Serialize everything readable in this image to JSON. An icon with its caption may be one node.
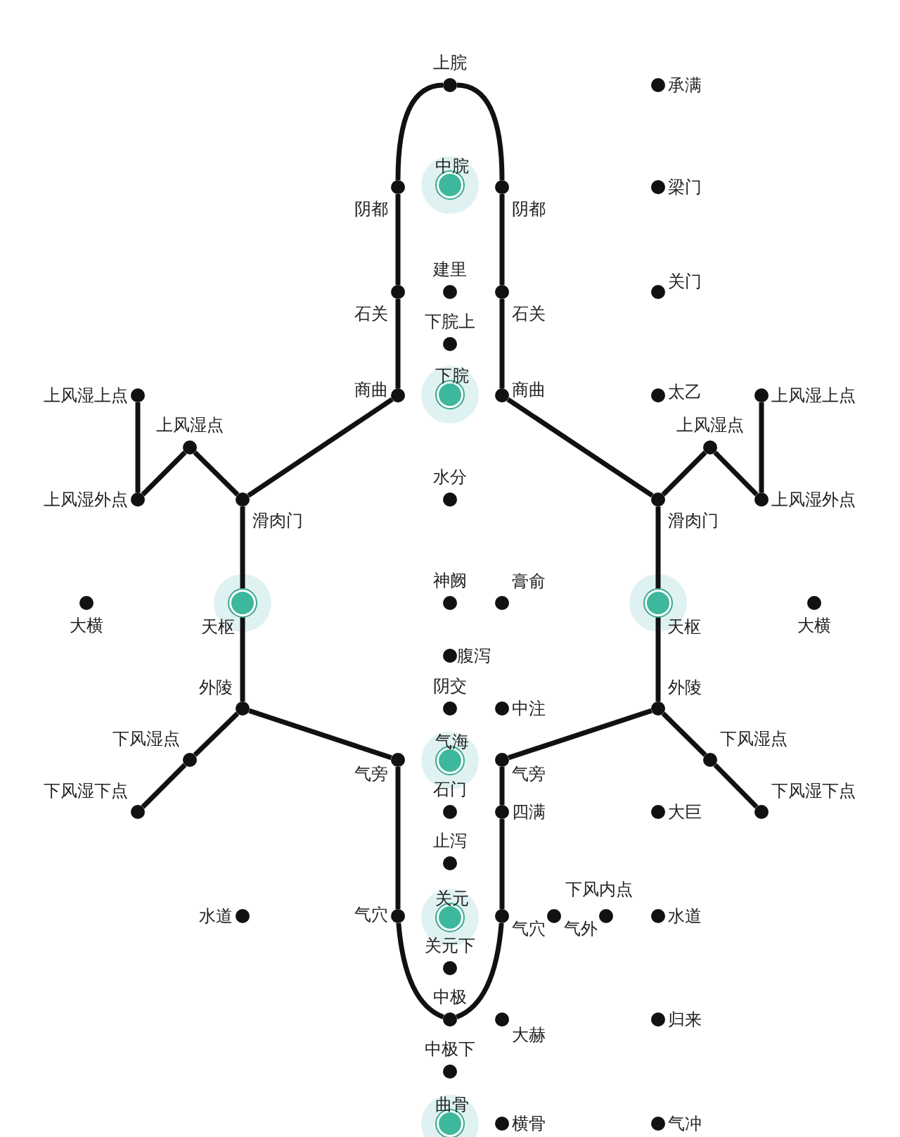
{
  "diagram": {
    "nodes": [
      {
        "text": [
          "上脘"
        ]
      },
      {
        "text": [
          "承满"
        ]
      },
      {
        "text": [
          "中脘"
        ]
      },
      {
        "text": [
          "阴都"
        ]
      },
      {
        "text": [
          "阴都"
        ]
      },
      {
        "text": [
          "梁门"
        ]
      },
      {
        "text": [
          "建里"
        ]
      },
      {
        "text": [
          "关门"
        ]
      },
      {
        "text": [
          "石关"
        ]
      },
      {
        "text": [
          "石关"
        ]
      },
      {
        "text": [
          "下脘上"
        ]
      },
      {
        "text": [
          "商曲"
        ]
      },
      {
        "text": [
          "下脘"
        ]
      },
      {
        "text": [
          "商曲"
        ]
      },
      {
        "text": [
          "太乙"
        ]
      },
      {
        "text": [
          "上风湿上点"
        ]
      },
      {
        "text": [
          "上风湿上点"
        ]
      },
      {
        "text": [
          "上风湿点"
        ]
      },
      {
        "text": [
          "上风湿点"
        ]
      },
      {
        "text": [
          "上风湿外点"
        ]
      },
      {
        "text": [
          "滑肉门"
        ]
      },
      {
        "text": [
          "水分"
        ]
      },
      {
        "text": [
          "滑肉门"
        ]
      },
      {
        "text": [
          "上风湿外点"
        ]
      },
      {
        "text": [
          "大横"
        ]
      },
      {
        "text": [
          "天枢"
        ]
      },
      {
        "text": [
          "神阙"
        ]
      },
      {
        "text": [
          "膏俞"
        ]
      },
      {
        "text": [
          "天枢"
        ]
      },
      {
        "text": [
          "大横"
        ]
      },
      {
        "text": [
          "腹泻"
        ]
      },
      {
        "text": [
          "外陵"
        ]
      },
      {
        "text": [
          "阴交"
        ]
      },
      {
        "text": [
          "中注"
        ]
      },
      {
        "text": [
          "外陵"
        ]
      },
      {
        "text": [
          "下风湿点"
        ]
      },
      {
        "text": [
          "气旁"
        ]
      },
      {
        "text": [
          "气海"
        ]
      },
      {
        "text": [
          "气旁"
        ]
      },
      {
        "text": [
          "下风湿点"
        ]
      },
      {
        "text": [
          "下风湿下点"
        ]
      },
      {
        "text": [
          "石门"
        ]
      },
      {
        "text": [
          "四满"
        ]
      },
      {
        "text": [
          "大巨"
        ]
      },
      {
        "text": [
          "下风湿下点"
        ]
      },
      {
        "text": [
          "止泻"
        ]
      },
      {
        "text": [
          "下风内点"
        ]
      },
      {
        "text": [
          "水道"
        ]
      },
      {
        "text": [
          "气穴"
        ]
      },
      {
        "text": [
          "关元"
        ]
      },
      {
        "text": [
          "气穴"
        ]
      },
      {
        "text": [
          "气外"
        ]
      },
      {
        "text": [
          "水道"
        ]
      },
      {
        "text": [
          "关元下"
        ]
      },
      {
        "text": [
          "中极"
        ]
      },
      {
        "text": [
          "大赫"
        ]
      },
      {
        "text": [
          "归来"
        ]
      },
      {
        "text": [
          "中极下"
        ]
      },
      {
        "text": [
          "曲骨"
        ]
      },
      {
        "text": [
          "横骨"
        ]
      },
      {
        "text": [
          "气冲"
        ]
      }
    ],
    "edges": [
      {
        "from": 0,
        "to": 3,
        "arrow": "none"
      },
      {
        "from": 0,
        "to": 4,
        "arrow": "none"
      },
      {
        "from": 3,
        "to": 8,
        "arrow": "none"
      },
      {
        "from": 8,
        "to": 11,
        "arrow": "none"
      },
      {
        "from": 4,
        "to": 9,
        "arrow": "none"
      },
      {
        "from": 9,
        "to": 13,
        "arrow": "none"
      },
      {
        "from": 11,
        "to": 20,
        "arrow": "none"
      },
      {
        "from": 13,
        "to": 22,
        "arrow": "none"
      },
      {
        "from": 20,
        "to": 17,
        "arrow": "none"
      },
      {
        "from": 17,
        "to": 19,
        "arrow": "none"
      },
      {
        "from": 19,
        "to": 15,
        "arrow": "none"
      },
      {
        "from": 22,
        "to": 18,
        "arrow": "none"
      },
      {
        "from": 18,
        "to": 23,
        "arrow": "none"
      },
      {
        "from": 23,
        "to": 16,
        "arrow": "none"
      },
      {
        "from": 20,
        "to": 25,
        "arrow": "none"
      },
      {
        "from": 25,
        "to": 31,
        "arrow": "none"
      },
      {
        "from": 22,
        "to": 28,
        "arrow": "none"
      },
      {
        "from": 28,
        "to": 34,
        "arrow": "none"
      },
      {
        "from": 31,
        "to": 35,
        "arrow": "none"
      },
      {
        "from": 35,
        "to": 40,
        "arrow": "none"
      },
      {
        "from": 34,
        "to": 39,
        "arrow": "none"
      },
      {
        "from": 39,
        "to": 44,
        "arrow": "none"
      },
      {
        "from": 31,
        "to": 36,
        "arrow": "none"
      },
      {
        "from": 34,
        "to": 38,
        "arrow": "none"
      },
      {
        "from": 36,
        "to": 48,
        "arrow": "none"
      },
      {
        "from": 38,
        "to": 42,
        "arrow": "none"
      },
      {
        "from": 42,
        "to": 50,
        "arrow": "none"
      },
      {
        "from": 48,
        "to": 54,
        "arrow": "none"
      },
      {
        "from": 50,
        "to": 54,
        "arrow": "none"
      }
    ]
  }
}
